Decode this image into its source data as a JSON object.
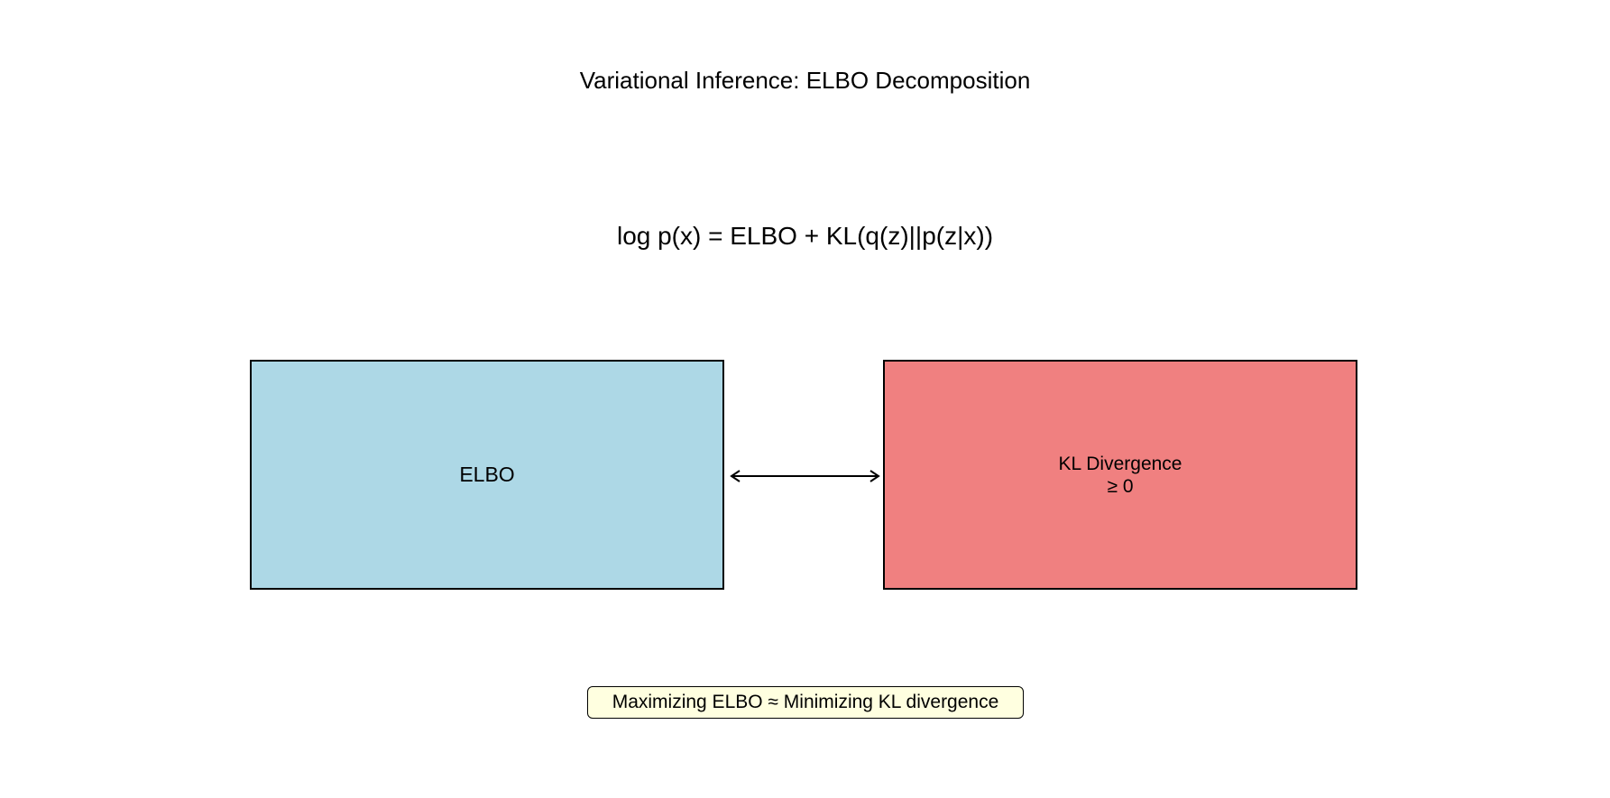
{
  "diagram": {
    "title": "Variational Inference: ELBO Decomposition",
    "equation": "log p(x) = ELBO + KL(q(z)||p(z|x))",
    "boxes": [
      {
        "label": "ELBO",
        "color": "#add8e6"
      },
      {
        "label": "KL Divergence\n≥ 0",
        "color": "#f08080"
      }
    ],
    "arrow": {
      "type": "bidirectional",
      "from": "ELBO",
      "to": "KL Divergence"
    },
    "note": {
      "text": "Maximizing ELBO ≈ Minimizing KL divergence",
      "background": "#ffffe0"
    }
  }
}
